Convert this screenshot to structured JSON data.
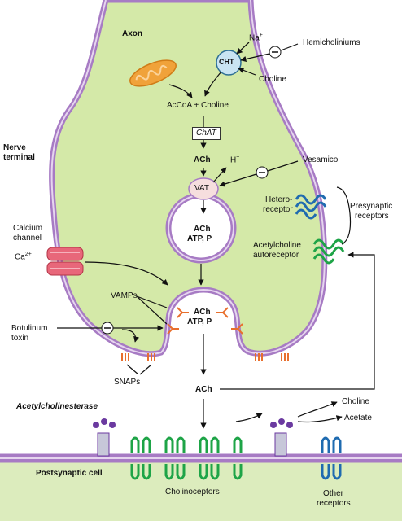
{
  "labels": {
    "axon": "Axon",
    "na": "Na",
    "na_sup": "+",
    "cht": "CHT",
    "choline_in": "Choline",
    "hemicholiniums": "Hemicholiniums",
    "acCoA_choline": "AcCoA + Choline",
    "chat": "ChAT",
    "nerve_terminal_1": "Nerve",
    "nerve_terminal_2": "terminal",
    "ach_top": "ACh",
    "h": "H",
    "h_sup": "+",
    "vesamicol": "Vesamicol",
    "vat": "VAT",
    "vesicle_ach": "ACh",
    "vesicle_atp": "ATP, P",
    "hetero_1": "Hetero-",
    "hetero_2": "receptor",
    "presynaptic_1": "Presynaptic",
    "presynaptic_2": "receptors",
    "calcium_1": "Calcium",
    "calcium_2": "channel",
    "ca": "Ca",
    "ca_sup": "2+",
    "ach_auto_1": "Acetylcholine",
    "ach_auto_2": "autoreceptor",
    "vamps": "VAMPs",
    "fused_ach": "ACh",
    "fused_atp": "ATP, P",
    "botulinum_1": "Botulinum",
    "botulinum_2": "toxin",
    "snaps": "SNAPs",
    "ach_cleft": "ACh",
    "acetylcholinesterase": "Acetylcholinesterase",
    "choline_out": "Choline",
    "acetate": "Acetate",
    "postsynaptic": "Postsynaptic cell",
    "cholinoceptors": "Cholinoceptors",
    "other_1": "Other",
    "other_2": "receptors",
    "inhibit": "−"
  },
  "colors": {
    "cytoplasm": "#d4e9a8",
    "membrane_outer": "#a77bc4",
    "membrane_inner": "#c7a6dc",
    "post_cell": "#dcecbd",
    "transporter": "#c9e4f2",
    "vat": "#f6dede",
    "mitochondria": "#f0a23a",
    "channel": "#e8677a",
    "snare": "#e86f2d",
    "cholinoceptor": "#1ea447",
    "other_receptor": "#1f6bb0",
    "glyco": "#6b3aa0"
  }
}
